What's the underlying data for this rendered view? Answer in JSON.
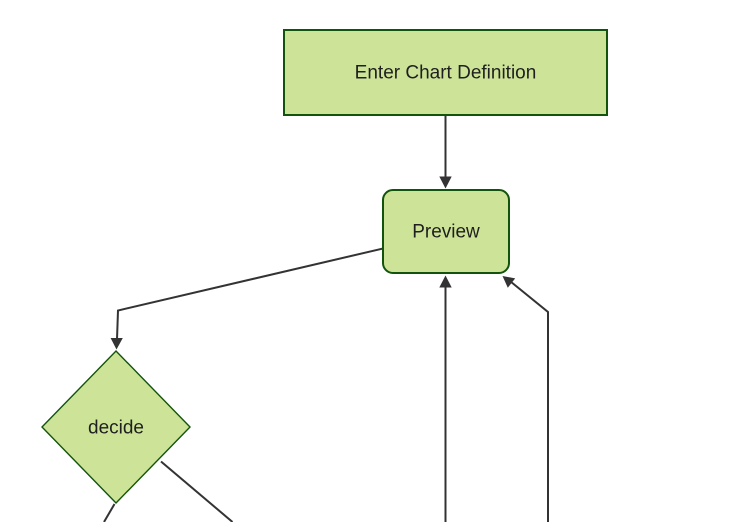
{
  "diagram": {
    "type": "flowchart",
    "direction": "top-down",
    "nodes": [
      {
        "id": "enter-chart-definition",
        "label": "Enter Chart Definition",
        "shape": "rectangle"
      },
      {
        "id": "preview",
        "label": "Preview",
        "shape": "rounded-rectangle"
      },
      {
        "id": "decide",
        "label": "decide",
        "shape": "diamond"
      }
    ],
    "edges": [
      {
        "from": "enter-chart-definition",
        "to": "preview"
      },
      {
        "from": "preview",
        "to": "decide"
      },
      {
        "from": "offscreen-bottom-center",
        "to": "preview"
      },
      {
        "from": "offscreen-bottom-right",
        "to": "preview"
      },
      {
        "from": "decide",
        "to": "offscreen-bottom-left"
      },
      {
        "from": "decide",
        "to": "offscreen-bottom-right"
      }
    ],
    "colors": {
      "node_fill": "#cde498",
      "node_border": "#13540c",
      "edge": "#333333",
      "text": "#1f1f1f",
      "background": "#ffffff"
    }
  }
}
